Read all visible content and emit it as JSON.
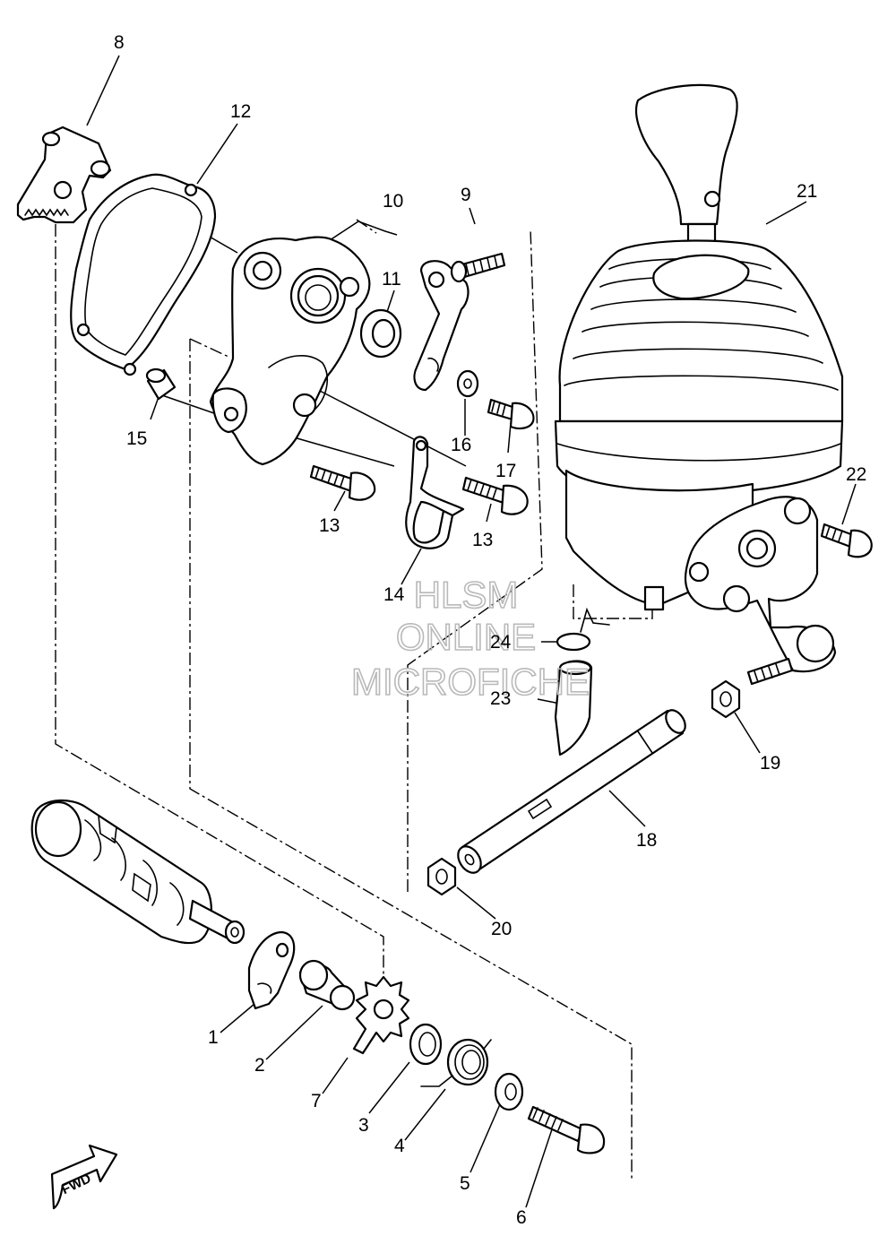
{
  "callouts": [
    {
      "id": "1",
      "text": "1"
    },
    {
      "id": "2",
      "text": "2"
    },
    {
      "id": "3",
      "text": "3"
    },
    {
      "id": "4",
      "text": "4"
    },
    {
      "id": "5",
      "text": "5"
    },
    {
      "id": "6",
      "text": "6"
    },
    {
      "id": "7",
      "text": "7"
    },
    {
      "id": "8",
      "text": "8"
    },
    {
      "id": "9",
      "text": "9"
    },
    {
      "id": "10",
      "text": "10"
    },
    {
      "id": "11",
      "text": "11"
    },
    {
      "id": "12",
      "text": "12"
    },
    {
      "id": "13a",
      "text": "13"
    },
    {
      "id": "13b",
      "text": "13"
    },
    {
      "id": "14",
      "text": "14"
    },
    {
      "id": "15",
      "text": "15"
    },
    {
      "id": "16",
      "text": "16"
    },
    {
      "id": "17",
      "text": "17"
    },
    {
      "id": "18",
      "text": "18"
    },
    {
      "id": "19",
      "text": "19"
    },
    {
      "id": "20",
      "text": "20"
    },
    {
      "id": "21",
      "text": "21"
    },
    {
      "id": "22",
      "text": "22"
    },
    {
      "id": "23",
      "text": "23"
    },
    {
      "id": "24",
      "text": "24"
    }
  ],
  "watermark": {
    "line1": "HLSM",
    "line2": "ONLINE",
    "line3": "MICROFICHE"
  },
  "fwd_label": "FWD"
}
